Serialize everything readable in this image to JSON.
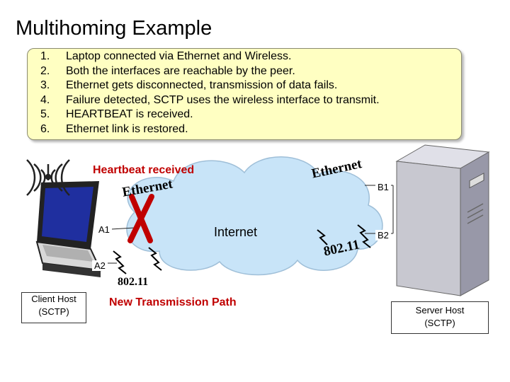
{
  "title": "Multihoming Example",
  "steps": [
    {
      "num": "1.",
      "text": "Laptop connected via Ethernet and Wireless."
    },
    {
      "num": "2.",
      "text": "Both the interfaces are reachable by the peer."
    },
    {
      "num": "3.",
      "text": "Ethernet gets disconnected, transmission of data fails."
    },
    {
      "num": "4.",
      "text": "Failure detected, SCTP uses the wireless interface to transmit."
    },
    {
      "num": "5.",
      "text": "HEARTBEAT is received."
    },
    {
      "num": "6.",
      "text": "Ethernet link is restored."
    }
  ],
  "diagram": {
    "heartbeat_label": "Heartbeat received",
    "new_path_label": "New Transmission Path",
    "internet_label": "Internet",
    "ethernet_left": "Ethernet",
    "ethernet_right": "Ethernet",
    "wifi_left": "802.11",
    "wifi_right": "802.11",
    "addresses": {
      "a1": "A1",
      "a2": "A2",
      "b1": "B1",
      "b2": "B2"
    },
    "client_host": {
      "line1": "Client Host",
      "line2": "(SCTP)"
    },
    "server_host": {
      "line1": "Server Host",
      "line2": "(SCTP)"
    }
  },
  "colors": {
    "accent_red": "#c00000",
    "cloud": "#c8e4f8",
    "box_bg": "#ffffc2"
  }
}
